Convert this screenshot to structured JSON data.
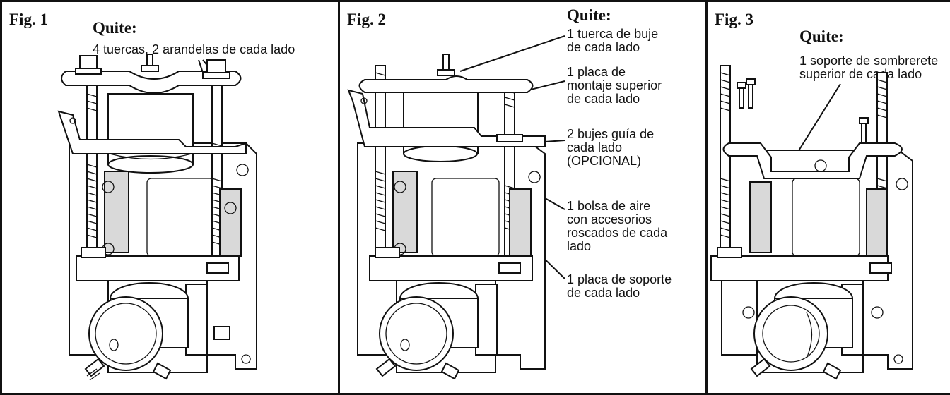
{
  "figure1": {
    "label": "Fig. 1",
    "heading": "Quite:",
    "notes": [
      "4 tuercas, 2 arandelas de cada lado"
    ]
  },
  "figure2": {
    "label": "Fig. 2",
    "heading": "Quite:",
    "notes": [
      "1 tuerca de buje\nde cada lado",
      "1 placa de\nmontaje superior\nde cada lado",
      "2 bujes guía de\ncada lado\n(OPCIONAL)",
      "1 bolsa de aire\ncon accesorios\nroscados de cada\nlado",
      "1 placa de soporte\nde cada lado"
    ]
  },
  "figure3": {
    "label": "Fig. 3",
    "heading": "Quite:",
    "notes": [
      "1 soporte de sombrerete\nsuperior de cada lado"
    ]
  }
}
